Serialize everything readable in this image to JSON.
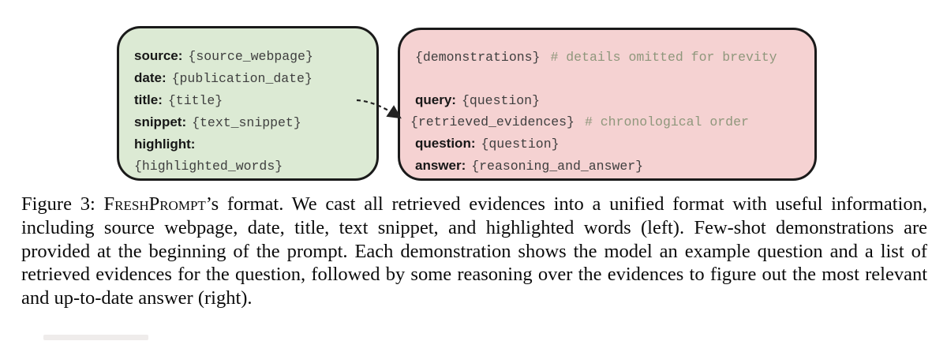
{
  "figure": {
    "evidence_box": {
      "lines": [
        {
          "label": "source:",
          "value": "{source_webpage}"
        },
        {
          "label": "date:",
          "value": "{publication_date}"
        },
        {
          "label": "title:",
          "value": "{title}"
        },
        {
          "label": "snippet:",
          "value": "{text_snippet}"
        },
        {
          "label": "highlight:",
          "value": ""
        },
        {
          "label": "",
          "value": "{highlighted_words}"
        }
      ]
    },
    "prompt_box": {
      "lines": [
        {
          "label": "",
          "value": "{demonstrations}",
          "comment": "# details omitted for brevity"
        },
        {
          "label": "",
          "value": "",
          "comment": ""
        },
        {
          "label": "query:",
          "value": "{question}",
          "comment": ""
        },
        {
          "label": "",
          "value": "{retrieved_evidences}",
          "comment": "# chronological order"
        },
        {
          "label": "question:",
          "value": "{question}",
          "comment": ""
        },
        {
          "label": "answer:",
          "value": "{reasoning_and_answer}",
          "comment": ""
        }
      ]
    },
    "colors": {
      "evidence_box_fill": "#dcead4",
      "prompt_box_fill": "#f5d2d2",
      "box_border": "#1a1a1a",
      "label_text": "#171717",
      "mono_text": "#3f3f3f",
      "comment_text": "#8f977c",
      "caption_text": "#0b0b0b"
    }
  },
  "caption": {
    "prefix": "Figure 3: ",
    "smallcaps": "FreshPrompt",
    "body": "’s format. We cast all retrieved evidences into a unified format with useful information, including source webpage, date, title, text snippet, and highlighted words (left). Few-shot demonstrations are provided at the beginning of the prompt. Each demonstration shows the model an example question and a list of retrieved evidences for the question, followed by some reasoning over the evidences to figure out the most relevant and up-to-date answer (right)."
  }
}
